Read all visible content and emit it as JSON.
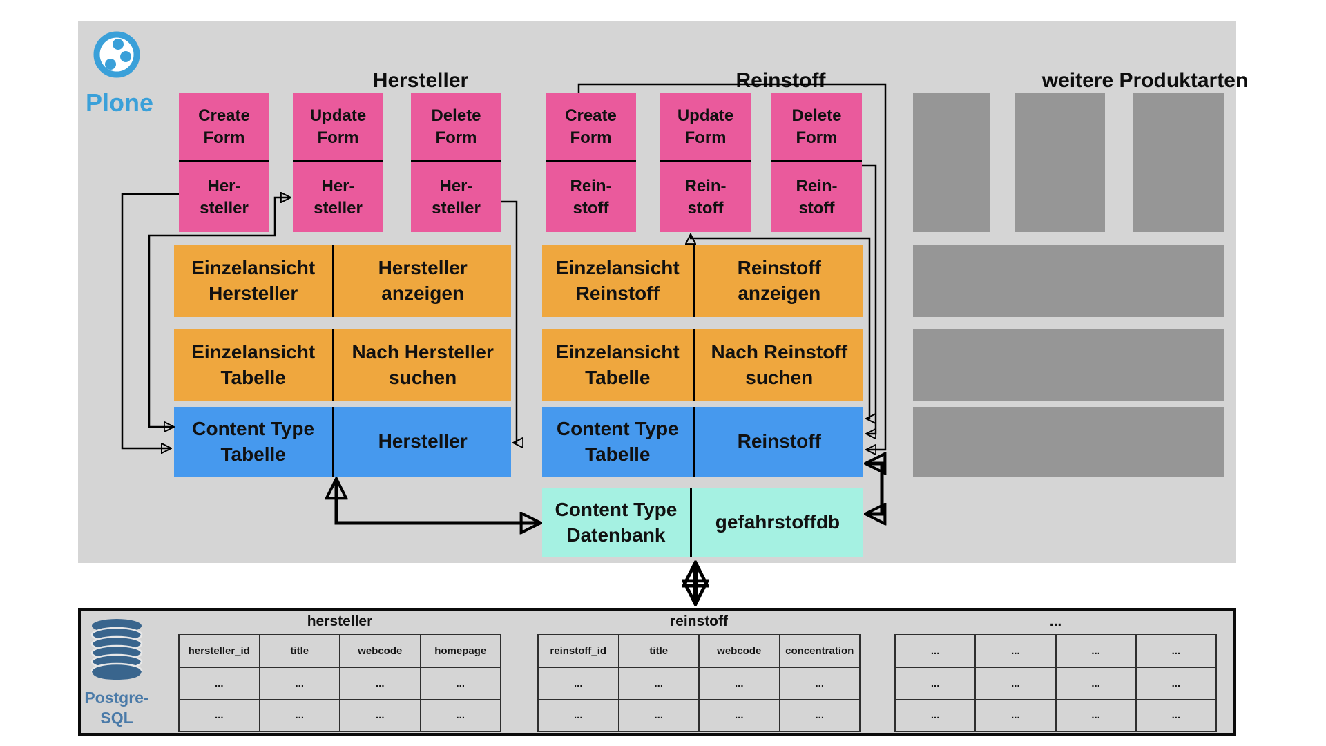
{
  "branding": {
    "plone_label": "Plone",
    "postgres_label": "Postgre-\nSQL"
  },
  "headers": {
    "hersteller": "Hersteller",
    "reinstoff": "Reinstoff",
    "weitere": "weitere Produktarten"
  },
  "hersteller": {
    "forms": [
      {
        "action": "Create\nForm",
        "entity": "Her-\nsteller"
      },
      {
        "action": "Update\nForm",
        "entity": "Her-\nsteller"
      },
      {
        "action": "Delete\nForm",
        "entity": "Her-\nsteller"
      }
    ],
    "view_row1": {
      "left": "Einzelansicht\nHersteller",
      "right": "Hersteller\nanzeigen"
    },
    "view_row2": {
      "left": "Einzelansicht\nTabelle",
      "right": "Nach Hersteller\nsuchen"
    },
    "content_type": {
      "line1": "Content Type",
      "line2": "Tabelle",
      "name": "Hersteller"
    }
  },
  "reinstoff": {
    "forms": [
      {
        "action": "Create\nForm",
        "entity": "Rein-\nstoff"
      },
      {
        "action": "Update\nForm",
        "entity": "Rein-\nstoff"
      },
      {
        "action": "Delete\nForm",
        "entity": "Rein-\nstoff"
      }
    ],
    "view_row1": {
      "left": "Einzelansicht\nReinstoff",
      "right": "Reinstoff\nanzeigen"
    },
    "view_row2": {
      "left": "Einzelansicht\nTabelle",
      "right": "Nach Reinstoff\nsuchen"
    },
    "content_type": {
      "line1": "Content Type",
      "line2": "Tabelle",
      "name": "Reinstoff"
    },
    "datenbank": {
      "line1": "Content Type",
      "line2": "Datenbank",
      "name": "gefahrstoffdb"
    }
  },
  "database": {
    "tables": [
      {
        "title": "hersteller",
        "columns": [
          "hersteller_id",
          "title",
          "webcode",
          "homepage"
        ],
        "rows": [
          [
            "...",
            "...",
            "...",
            "..."
          ],
          [
            "...",
            "...",
            "...",
            "..."
          ]
        ]
      },
      {
        "title": "reinstoff",
        "columns": [
          "reinstoff_id",
          "title",
          "webcode",
          "concentration"
        ],
        "rows": [
          [
            "...",
            "...",
            "...",
            "..."
          ],
          [
            "...",
            "...",
            "...",
            "..."
          ]
        ]
      },
      {
        "title": "...",
        "columns": [
          "...",
          "...",
          "...",
          "..."
        ],
        "rows": [
          [
            "...",
            "...",
            "...",
            "..."
          ],
          [
            "...",
            "...",
            "...",
            "..."
          ]
        ]
      }
    ]
  },
  "colors": {
    "panel": "#d5d5d5",
    "pink": "#ea5a9c",
    "orange": "#efa73e",
    "blue": "#4699ee",
    "teal": "#a5f1e2",
    "placeholder": "#969696",
    "plone_blue": "#3aa0d9",
    "postgres_icon": "#39658d",
    "postgres_text": "#4a7aa8",
    "line": "#000000"
  }
}
